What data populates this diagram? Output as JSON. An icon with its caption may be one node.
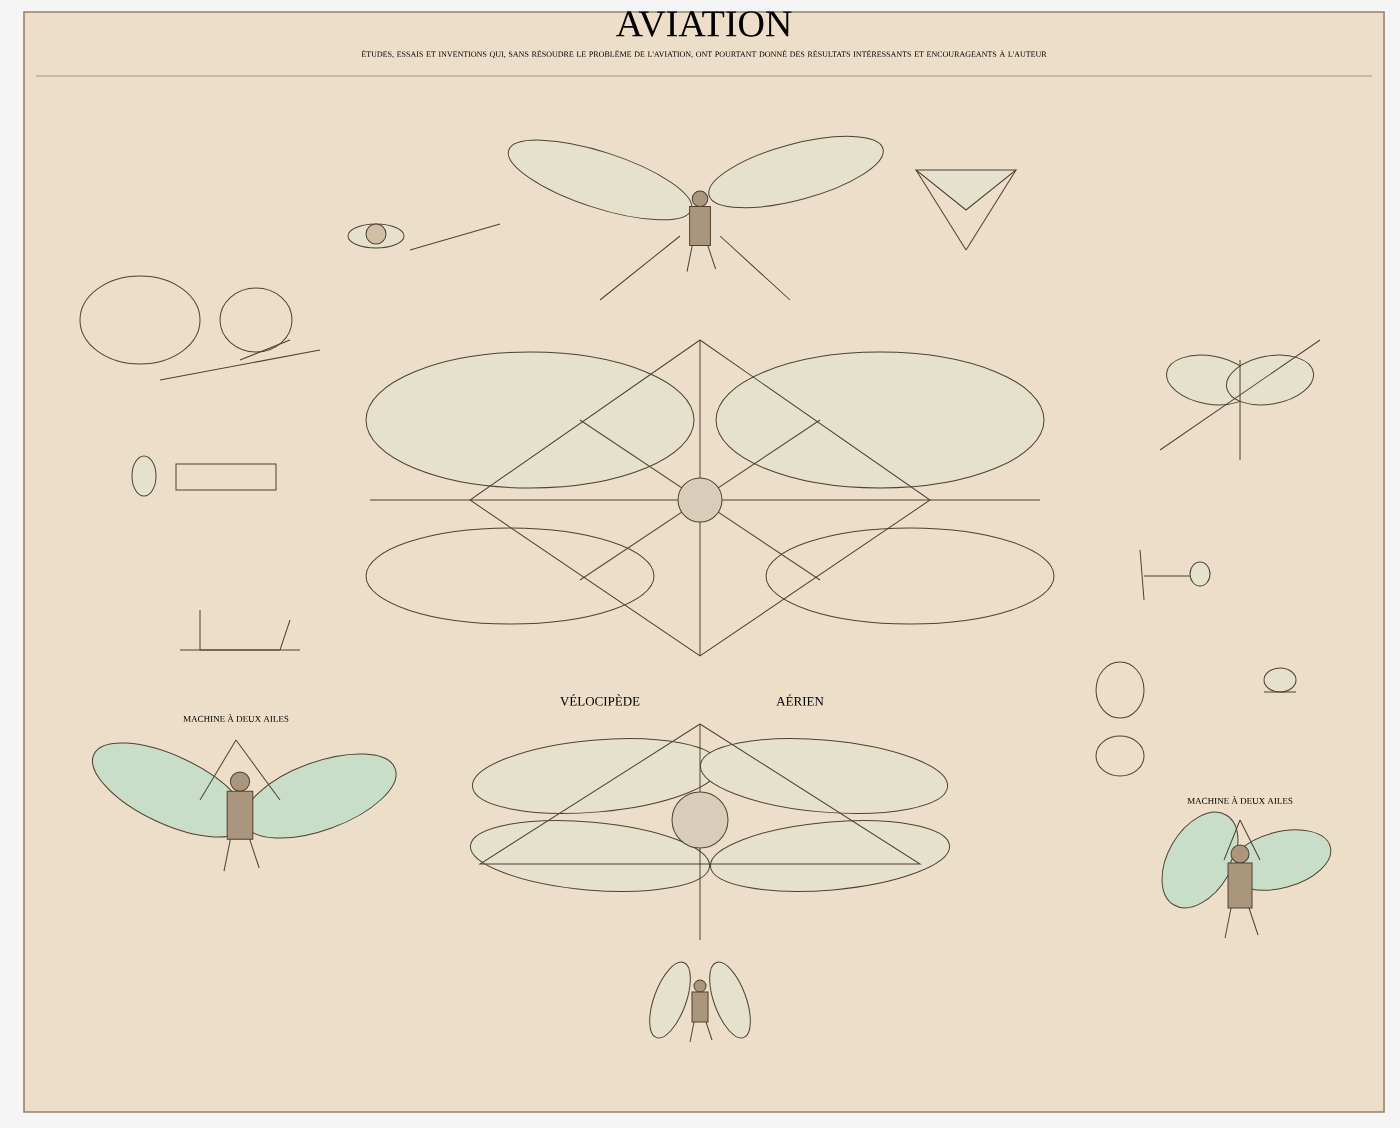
{
  "diagram": {
    "title": "AVIATION",
    "labels": [
      "ÉTUDES, ESSAIS ET INVENTIONS QUI, SANS RÉSOUDRE LE PROBLÈME DE L'AVIATION, ONT POURTANT DONNÉ DES RÉSULTATS INTÉRESSANTS ET ENCOURAGEANTS À L'AUTEUR",
      "VÉLOCIPÈDE",
      "AÉRIEN",
      "MACHINE À DEUX AILES",
      "MACHINE À DEUX AILES"
    ]
  }
}
